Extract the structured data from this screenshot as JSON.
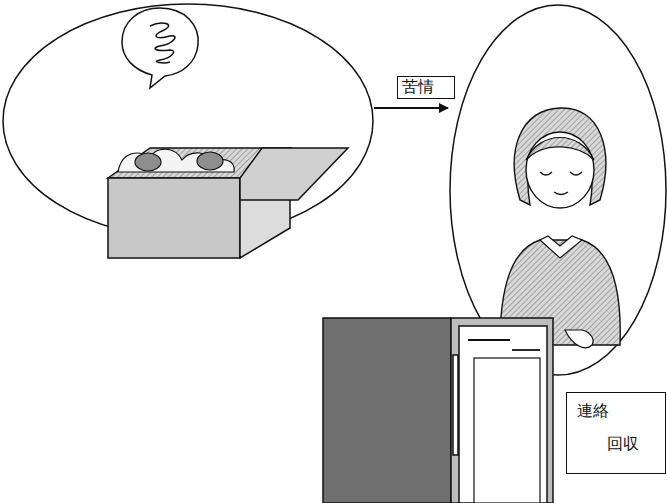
{
  "diagram": {
    "nodes": [
      {
        "text": [
          "苦情"
        ]
      },
      {
        "text": [
          "連絡",
          "回収"
        ]
      }
    ]
  }
}
